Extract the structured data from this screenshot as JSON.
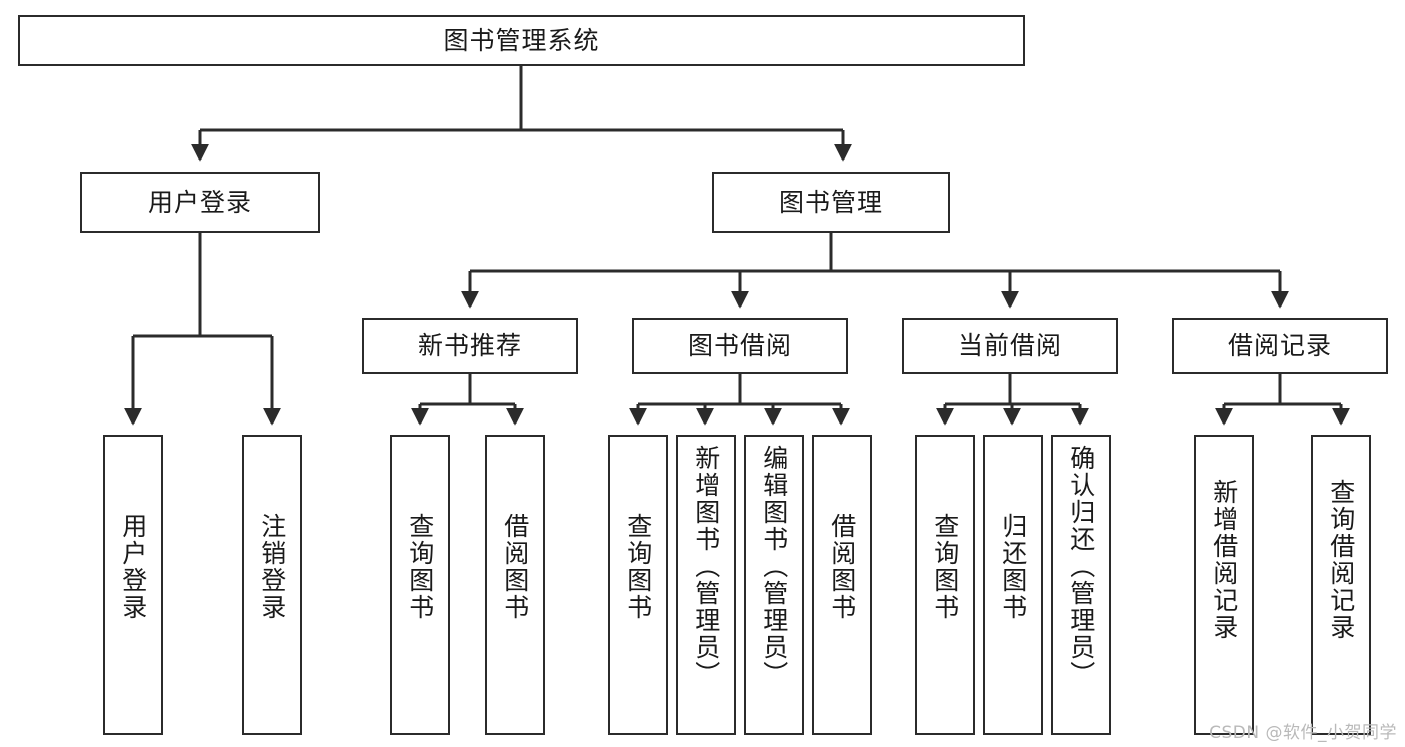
{
  "diagram": {
    "title": "图书管理系统",
    "watermark": "CSDN @软件_小贺同学",
    "line_color": "#2b2b2b",
    "box_fill": "#ffffff",
    "background": "#ffffff",
    "text_color": "#1a1a1a",
    "root": {
      "label": "图书管理系统"
    },
    "level2": [
      {
        "label": "用户登录"
      },
      {
        "label": "图书管理"
      }
    ],
    "level3": [
      {
        "label": "新书推荐"
      },
      {
        "label": "图书借阅"
      },
      {
        "label": "当前借阅"
      },
      {
        "label": "借阅记录"
      }
    ],
    "leaves": {
      "user_login": [
        {
          "label": "用户登录"
        },
        {
          "label": "注销登录"
        }
      ],
      "new_book_recommend": [
        {
          "label": "查询图书"
        },
        {
          "label": "借阅图书"
        }
      ],
      "book_borrow": [
        {
          "label": "查询图书"
        },
        {
          "label": "新增图书（管理员）"
        },
        {
          "label": "编辑图书（管理员）"
        },
        {
          "label": "借阅图书"
        }
      ],
      "current_borrow": [
        {
          "label": "查询图书"
        },
        {
          "label": "归还图书"
        },
        {
          "label": "确认归还（管理员）"
        }
      ],
      "borrow_record": [
        {
          "label": "新增借阅记录"
        },
        {
          "label": "查询借阅记录"
        }
      ]
    }
  }
}
